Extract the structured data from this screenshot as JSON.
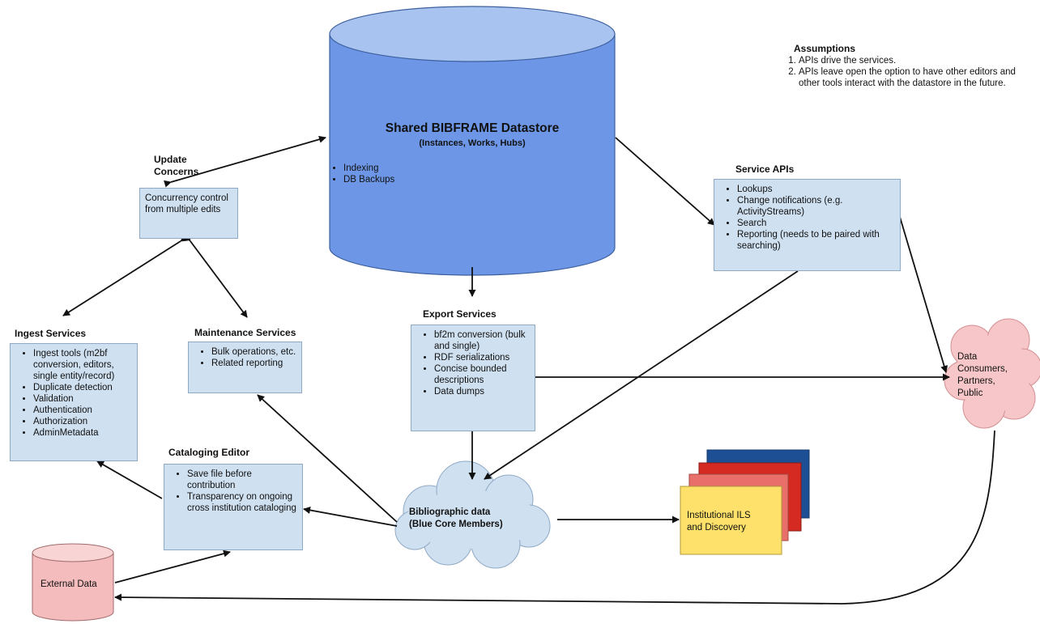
{
  "datastore": {
    "title": "Shared BIBFRAME Datastore",
    "subtitle": "(Instances, Works, Hubs)",
    "items": [
      "Indexing",
      "DB Backups"
    ]
  },
  "assumptions": {
    "title": "Assumptions",
    "items": [
      "APIs drive the services.",
      "APIs leave open the option to have other editors and other tools interact with the datastore in the future."
    ]
  },
  "update_concerns": {
    "title_line1": "Update",
    "title_line2": "Concerns",
    "body": "Concurrency control from multiple edits"
  },
  "service_apis": {
    "title": "Service APIs",
    "items": [
      "Lookups",
      "Change notifications (e.g. ActivityStreams)",
      "Search",
      "Reporting (needs to be paired with searching)"
    ]
  },
  "export_services": {
    "title": "Export Services",
    "items": [
      "bf2m conversion (bulk and single)",
      "RDF serializations",
      "Concise bounded descriptions",
      "Data dumps"
    ]
  },
  "ingest_services": {
    "title": "Ingest Services",
    "items": [
      "Ingest tools (m2bf conversion, editors, single entity/record)",
      "Duplicate detection",
      "Validation",
      "Authentication",
      "Authorization",
      "AdminMetadata"
    ]
  },
  "maintenance_services": {
    "title": "Maintenance Services",
    "items": [
      "Bulk operations, etc.",
      "Related reporting"
    ]
  },
  "cataloging_editor": {
    "title": "Cataloging Editor",
    "items": [
      "Save file before contribution",
      "Transparency on ongoing cross institution cataloging"
    ]
  },
  "bibliographic_data": {
    "line1": "Bibliographic data",
    "line2": "(Blue Core Members)"
  },
  "data_consumers": {
    "line1": "Data",
    "line2": "Consumers,",
    "line3": "Partners,",
    "line4": "Public"
  },
  "institutional_ils": {
    "line1": "Institutional ILS",
    "line2": "and Discovery"
  },
  "external_data": {
    "label": "External Data"
  },
  "colors": {
    "datastore": "#6d97e6",
    "box": "#cfe0f1",
    "cloud": "#cfe0f1",
    "consumer_cloud": "#f6c6c8",
    "external": "#f4bcbd",
    "stack_back": "#1d4f94",
    "stack_mid": "#d52a22",
    "stack_front": "#e9706a",
    "ils": "#fde16a"
  }
}
